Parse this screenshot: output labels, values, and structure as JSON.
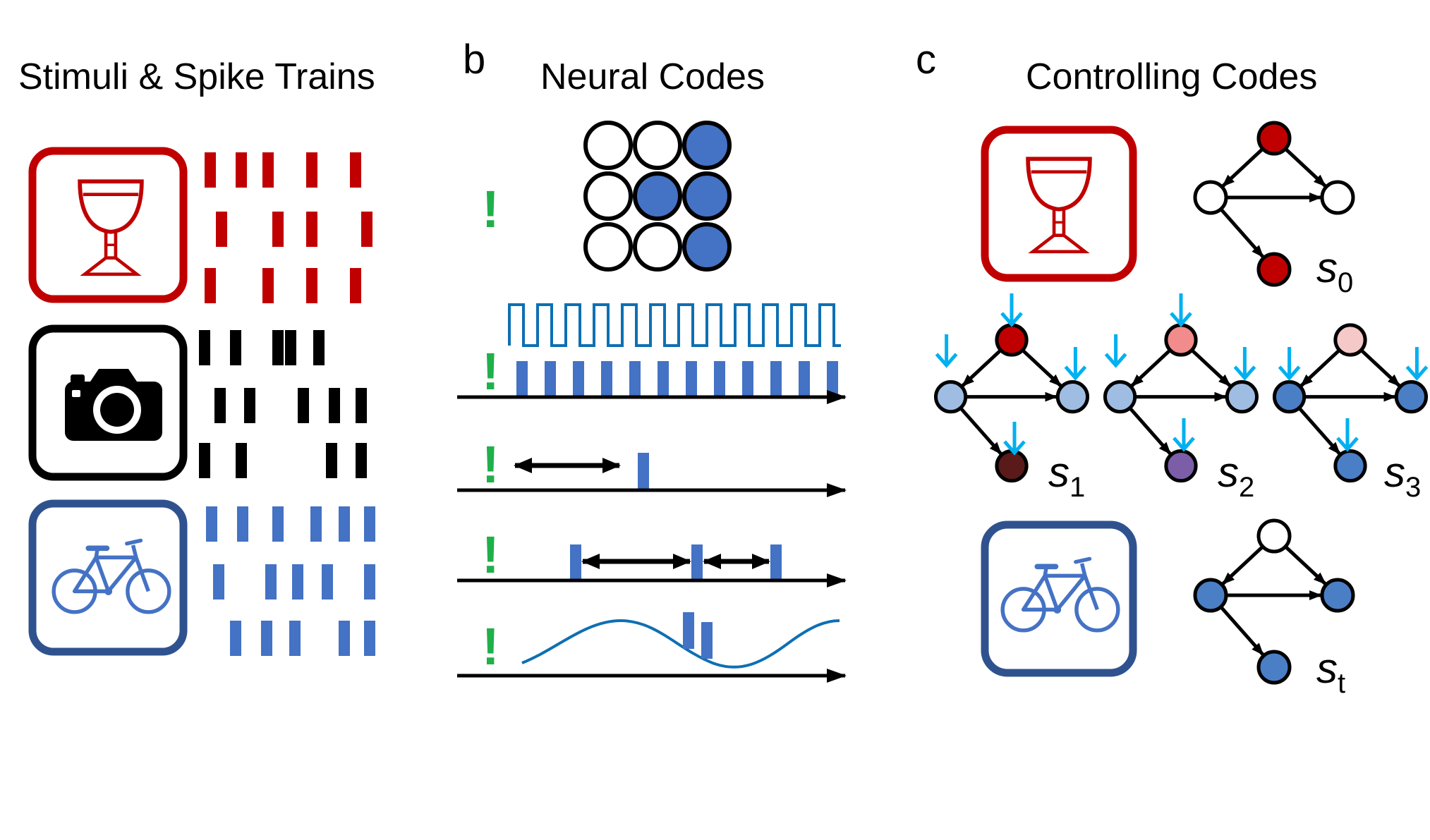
{
  "panels": {
    "a": {
      "title": "Stimuli & Spike Trains"
    },
    "b": {
      "letter": "b",
      "title": "Neural Codes",
      "stimulus_mark": "!"
    },
    "c": {
      "letter": "c",
      "title": "Controlling Codes"
    }
  },
  "states": [
    {
      "base": "s",
      "sub": "0"
    },
    {
      "base": "s",
      "sub": "1"
    },
    {
      "base": "s",
      "sub": "2"
    },
    {
      "base": "s",
      "sub": "3"
    },
    {
      "base": "s",
      "sub": "t"
    }
  ],
  "stimuli": [
    {
      "icon": "wine-glass-icon",
      "color": "#c00000"
    },
    {
      "icon": "camera-icon",
      "color": "#000000"
    },
    {
      "icon": "bicycle-icon",
      "color": "#4472c4"
    }
  ],
  "colors": {
    "red": "#c00000",
    "black": "#000000",
    "blue": "#4472c4",
    "blue_dark": "#2f528f",
    "green": "#1fb04a",
    "cyan": "#00b0f0",
    "wave": "#0e6fb3",
    "light_blue_node": "#9fbde3",
    "s1_node": "#5a1a1a",
    "s2_node": "#7b5ea7",
    "s3_node": "#4a7fc6",
    "s2_top": "#f28b8b",
    "s3_top": "#f6c9c9"
  }
}
